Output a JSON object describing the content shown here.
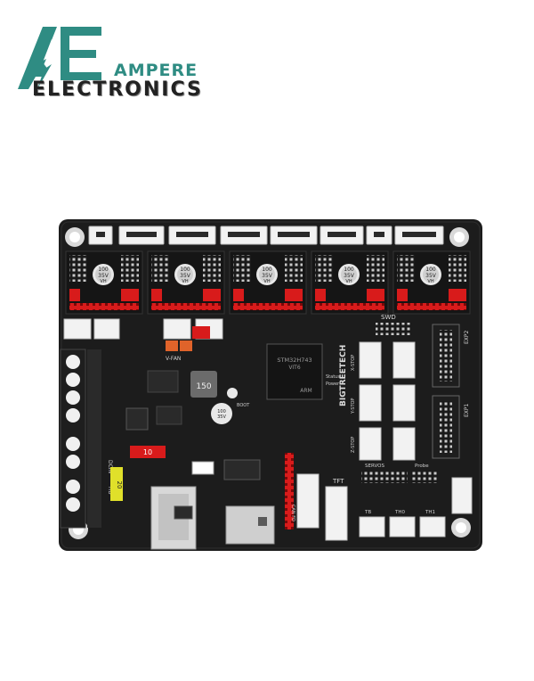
{
  "logo": {
    "word_top": "AMPERE",
    "word_bottom": "ELECTRONICS",
    "brand_color": "#2f8c83"
  },
  "board": {
    "manufacturer": "BIGTREETECH",
    "mcu_line1": "STM32H743",
    "mcu_line2": "VIT6",
    "arm_mark": "ARM",
    "inductor_code": "150",
    "cap_line1": "100",
    "cap_line2": "35V",
    "cap_line3": "VH",
    "fuse_value": "10",
    "fuse2_value": "20",
    "labels": {
      "swd": "SWD",
      "exp1": "EXP1",
      "exp2": "EXP2",
      "tft": "TFT",
      "servos": "SERVOS",
      "probe": "Probe",
      "x_stop": "X-STOP",
      "y_stop": "Y-STOP",
      "z_stop": "Z-STOP",
      "boot": "BOOT",
      "v_fan": "V-FAN",
      "can_fd": "CAN FD",
      "status": "Status",
      "power": "Power",
      "tb": "TB",
      "th0": "TH0",
      "th1": "TH1",
      "dcin": "DCIN",
      "hb": "HB"
    }
  }
}
